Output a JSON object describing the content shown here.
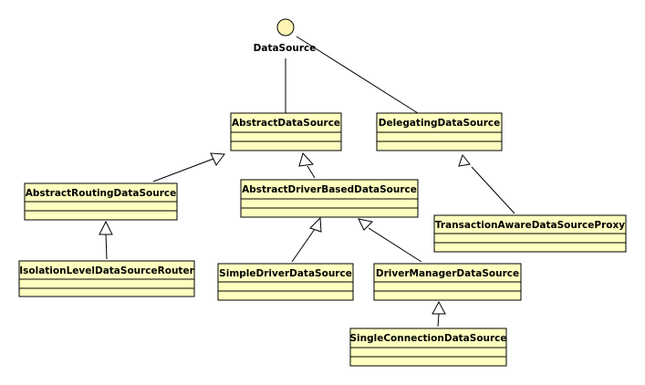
{
  "interface": {
    "name": "DataSource"
  },
  "classes": {
    "abstract_data_source": "AbstractDataSource",
    "delegating_data_source": "DelegatingDataSource",
    "abstract_routing_data_source": "AbstractRoutingDataSource",
    "abstract_driver_based_data_source": "AbstractDriverBasedDataSource",
    "transaction_aware_data_source_proxy": "TransactionAwareDataSourceProxy",
    "isolation_level_data_source_router": "IsolationLevelDataSourceRouter",
    "simple_driver_data_source": "SimpleDriverDataSource",
    "driver_manager_data_source": "DriverManagerDataSource",
    "single_connection_data_source": "SingleConnectionDataSource"
  },
  "colors": {
    "class_fill": "#FFFFC0",
    "interface_fill": "#FFF5B4",
    "line": "#000000"
  }
}
